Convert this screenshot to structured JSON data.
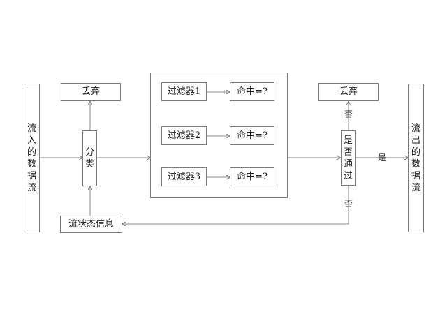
{
  "nodes": {
    "input_stream": "流入的数据流",
    "discard_left": "丢弃",
    "classify": "分类",
    "filter1": "过滤器1",
    "filter2": "过滤器2",
    "filter3": "过滤器3",
    "hit1": "命中=?",
    "hit2": "命中=?",
    "hit3": "命中=?",
    "discard_right": "丢弃",
    "pass_check": "是否通过",
    "output_stream": "流出的数据流",
    "stream_state": "流状态信息"
  },
  "edge_labels": {
    "no_top": "否",
    "yes": "是",
    "no_bottom": "否"
  }
}
